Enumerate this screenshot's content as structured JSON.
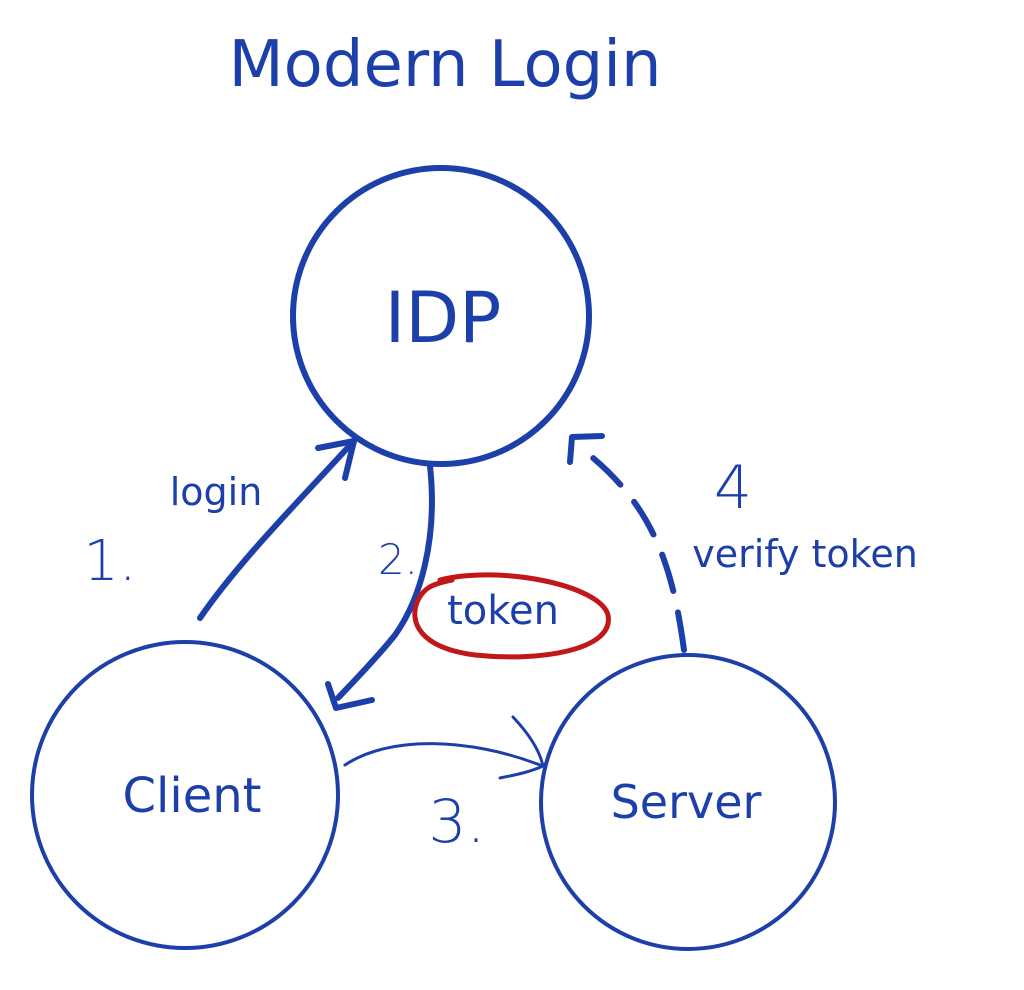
{
  "diagram": {
    "title": "Modern Login",
    "nodes": {
      "idp": "IDP",
      "client": "Client",
      "server": "Server"
    },
    "steps": {
      "step1": {
        "number": "1.",
        "label": "login"
      },
      "step2": {
        "number": "2.",
        "label": "token"
      },
      "step3": {
        "number": "3.",
        "label": ""
      },
      "step4": {
        "number": "4",
        "label": "verify token"
      }
    }
  },
  "colors": {
    "ink": "#1c3faa",
    "highlight": "#c01818",
    "background": "#ffffff"
  }
}
